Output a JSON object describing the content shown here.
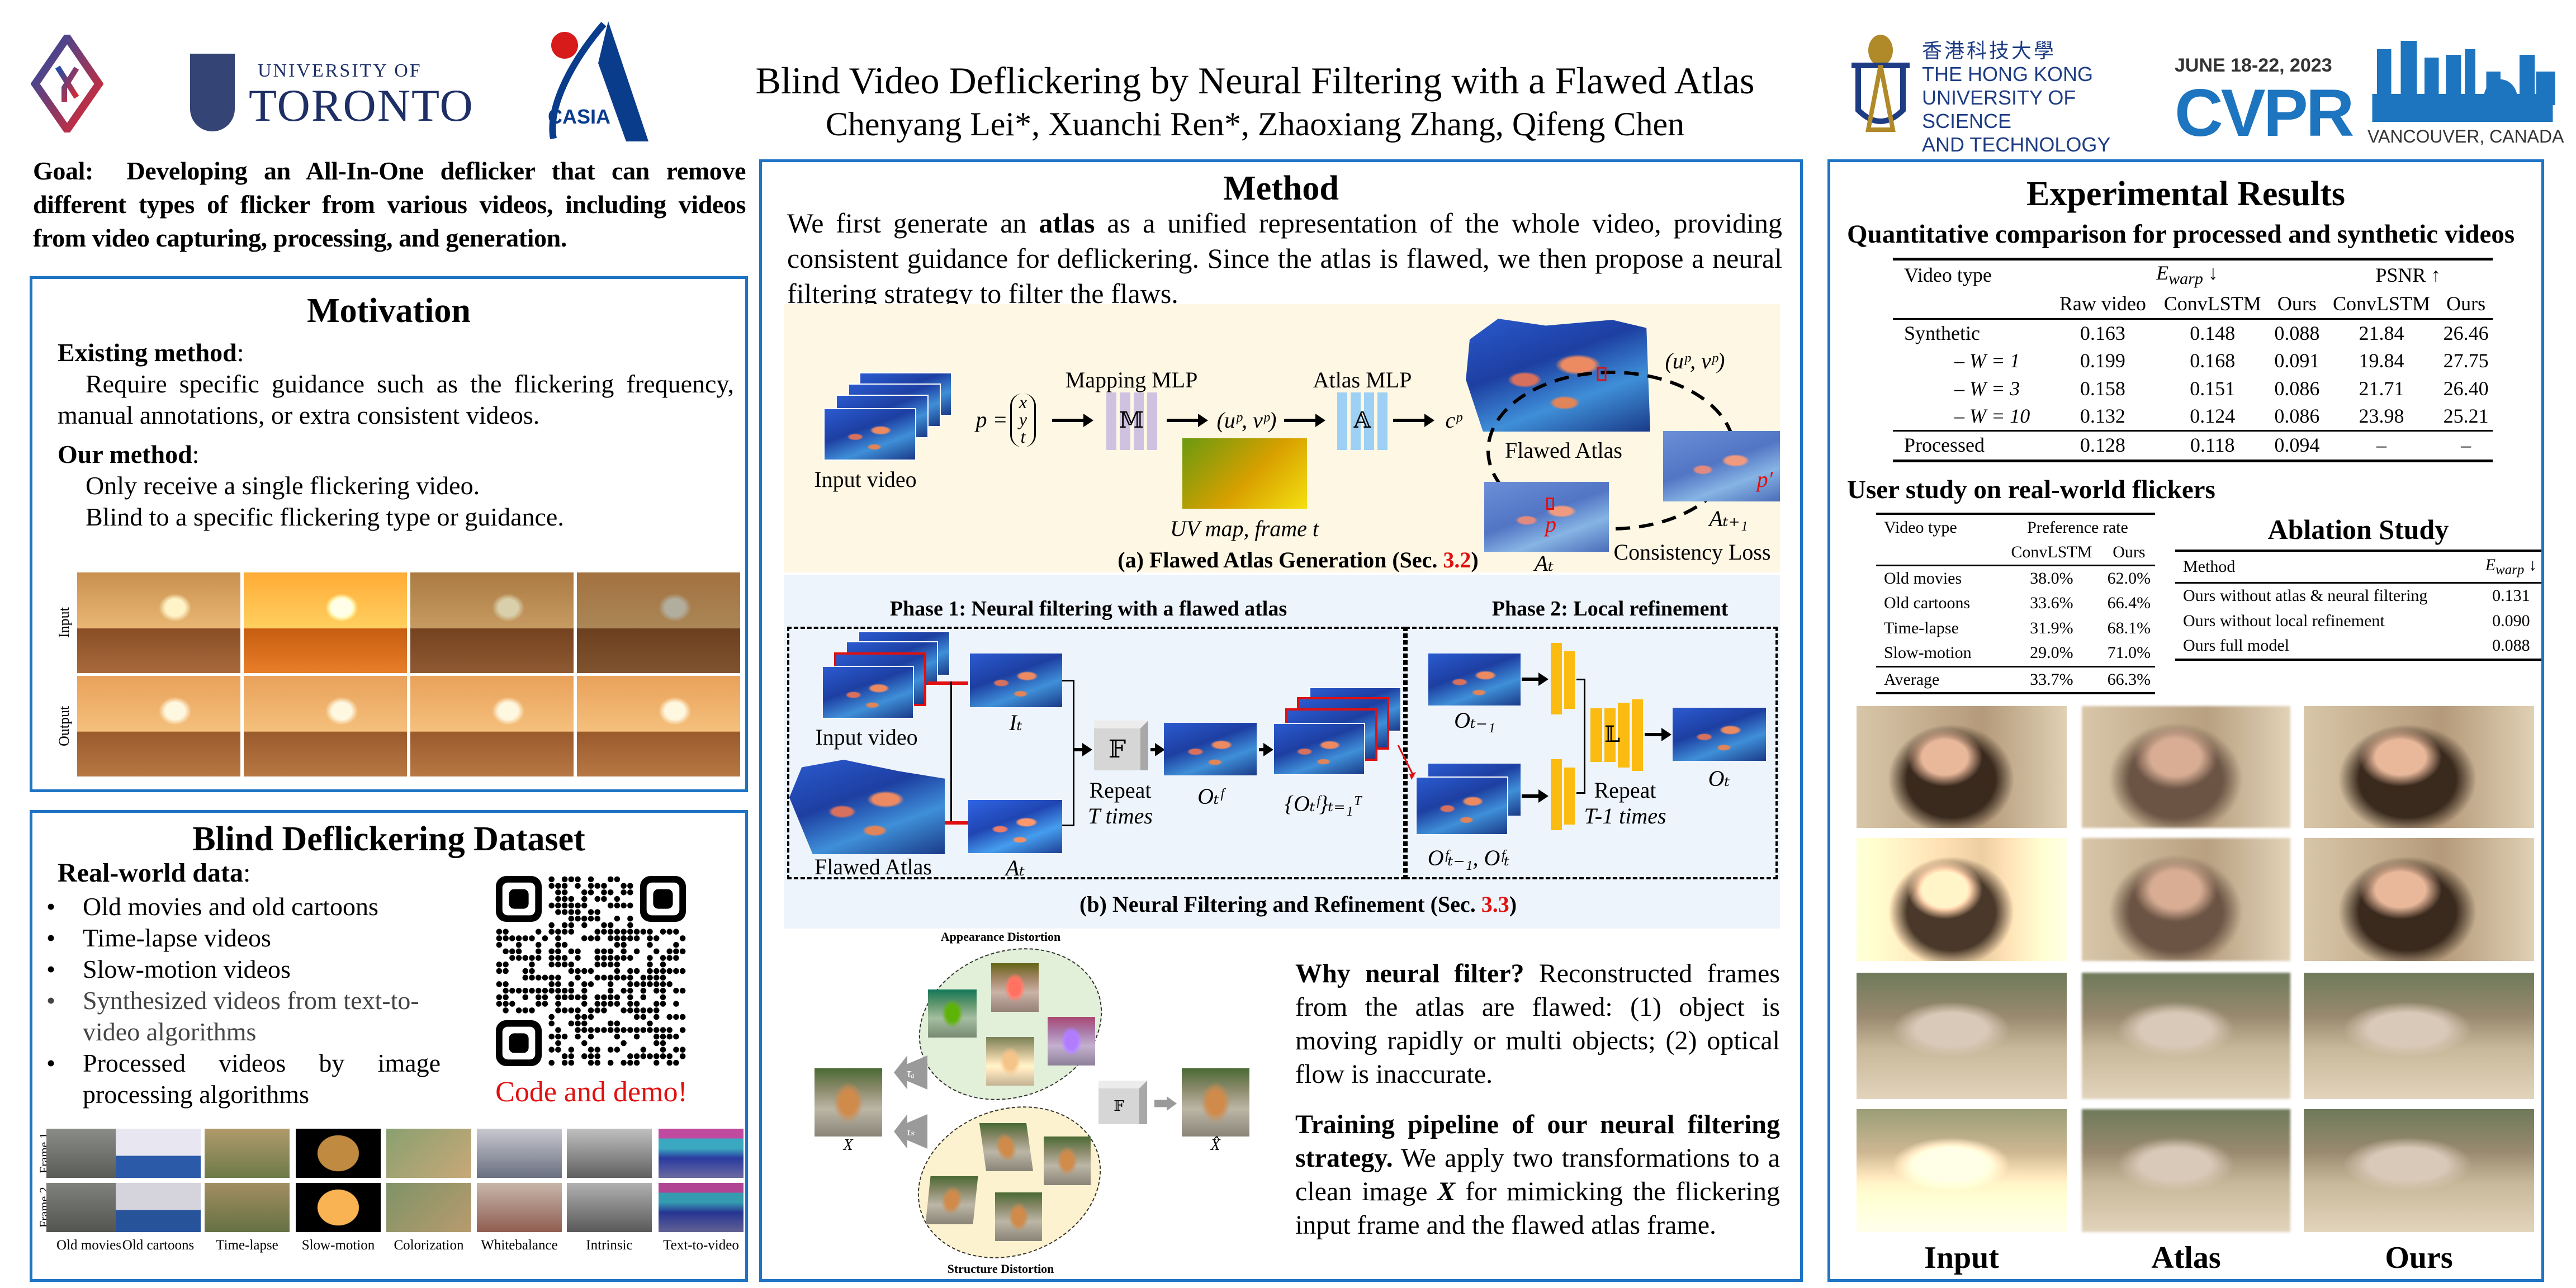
{
  "header": {
    "title": "Blind Video Deflickering by Neural Filtering with a Flawed Atlas",
    "authors": "Chenyang Lei*, Xuanchi Ren*, Zhaoxiang Zhang, Qifeng Chen",
    "logos": {
      "toronto_line1": "UNIVERSITY OF",
      "toronto_line2": "TORONTO",
      "casia": "CASIA",
      "hkust_cn": "香港科技大學",
      "hkust_en": [
        "THE HONG KONG",
        "UNIVERSITY OF SCIENCE",
        "AND TECHNOLOGY"
      ],
      "cvpr_date": "JUNE 18-22, 2023",
      "cvpr": "CVPR",
      "cvpr_place": "VANCOUVER, CANADA"
    }
  },
  "goal": {
    "label": "Goal:",
    "text": "Developing an All-In-One deflicker that can remove different types of flicker from various videos, including videos from video capturing, processing, and generation."
  },
  "motivation": {
    "title": "Motivation",
    "existing_label": "Existing method",
    "existing_text": "Require specific guidance such as the flickering frequency, manual annotations, or extra consistent videos.",
    "ours_label": "Our method",
    "ours_lines": [
      "Only receive a single flickering video.",
      "Blind to a specific flickering type or guidance."
    ],
    "row_labels": [
      "Input",
      "Output"
    ]
  },
  "dataset": {
    "title": "Blind Deflickering Dataset",
    "realworld_label": "Real-world data",
    "bullets": [
      "Old movies and old cartoons",
      "Time-lapse videos",
      "Slow-motion videos",
      "Synthesized videos from text-to-video algorithms",
      "Processed videos by image processing algorithms"
    ],
    "code_label": "Code and demo!",
    "frame_labels": [
      "Frame 1",
      "Frame 2"
    ],
    "categories": [
      "Old movies",
      "Old cartoons",
      "Time-lapse",
      "Slow-motion",
      "Colorization",
      "Whitebalance",
      "Intrinsic",
      "Text-to-video"
    ]
  },
  "method": {
    "title": "Method",
    "intro_pre": "We first generate an ",
    "intro_bold": "atlas",
    "intro_post": " as a unified representation of the whole video, providing consistent guidance for deflickering. Since the atlas is flawed, we then propose a neural filtering strategy to filter the flaws.",
    "fig_a": {
      "input_video": "Input video",
      "p_eq": "p =",
      "p_vec": [
        "x",
        "y",
        "t"
      ],
      "mapping_mlp": "Mapping MLP",
      "m_symbol": "𝕄",
      "uv": "(uᵖ, vᵖ)",
      "atlas_mlp": "Atlas MLP",
      "a_symbol": "𝔸",
      "cp": "cᵖ",
      "uv_map": "UV map, frame t",
      "flawed_atlas": "Flawed Atlas",
      "uv_atlas": "(uᵖ, vᵖ)",
      "a_t1": "Aₜ₊₁",
      "a_t": "Aₜ",
      "p": "p",
      "p_prime": "p′",
      "consistency": "Consistency Loss",
      "caption_pre": "(a) Flawed Atlas Generation (Sec. ",
      "caption_ref": "3.2",
      "caption_post": ")"
    },
    "fig_b": {
      "phase1": "Phase 1: Neural filtering with a flawed atlas",
      "phase2": "Phase 2: Local refinement",
      "input_video": "Input video",
      "flawed_atlas": "Flawed Atlas",
      "i_t": "Iₜ",
      "a_t": "Aₜ",
      "f_symbol": "𝔽",
      "repeat_t": [
        "Repeat",
        "T times"
      ],
      "o_tf": "Oₜᶠ",
      "o_set": "{Oₜᶠ}ₜ₌₁ᵀ",
      "o_tm1": "Oₜ₋₁",
      "o_pair": "Oᶠₜ₋₁, Oᶠₜ",
      "l_symbol": "𝕃",
      "repeat_t1": [
        "Repeat",
        "T-1 times"
      ],
      "o_t": "Oₜ",
      "caption_pre": "(b) Neural Filtering and Refinement (Sec. ",
      "caption_ref": "3.3",
      "caption_post": ")"
    },
    "fig_c": {
      "appearance": "Appearance Distortion",
      "structure": "Structure Distortion",
      "x": "X",
      "x_hat": "X̂",
      "tau_a": "τₐ",
      "tau_s": "τₛ",
      "f_symbol": "𝔽"
    },
    "why_bold": "Why neural filter?",
    "why_text": " Reconstructed frames from the atlas are flawed: (1) object is moving rapidly or multi objects; (2) optical flow is inaccurate.",
    "train_bold": "Training pipeline of our neural filtering strategy.",
    "train_pre": " We apply two transformations to a clean image ",
    "train_x": "X",
    "train_post": " for mimicking the flickering input frame and the flawed atlas frame."
  },
  "results": {
    "title": "Experimental Results",
    "quant_title": "Quantitative comparison for processed and synthetic videos",
    "quant": {
      "h_video_type": "Video type",
      "ewarp_base": "E",
      "ewarp_sub": "warp",
      "down": " ↓",
      "psnr": "PSNR ↑",
      "cols": [
        "Raw video",
        "ConvLSTM",
        "Ours",
        "ConvLSTM",
        "Ours"
      ],
      "rows": [
        {
          "type": "Synthetic",
          "vals": [
            "0.163",
            "0.148",
            "0.088",
            "21.84",
            "26.46"
          ]
        },
        {
          "type": "– W = 1",
          "vals": [
            "0.199",
            "0.168",
            "0.091",
            "19.84",
            "27.75"
          ]
        },
        {
          "type": "– W = 3",
          "vals": [
            "0.158",
            "0.151",
            "0.086",
            "21.71",
            "26.40"
          ]
        },
        {
          "type": "– W = 10",
          "vals": [
            "0.132",
            "0.124",
            "0.086",
            "23.98",
            "25.21"
          ]
        },
        {
          "type": "Processed",
          "vals": [
            "0.128",
            "0.118",
            "0.094",
            "–",
            "–"
          ]
        }
      ]
    },
    "user_title": "User study on real-world flickers",
    "user": {
      "h_video_type": "Video type",
      "h_pref": "Preference rate",
      "cols": [
        "ConvLSTM",
        "Ours"
      ],
      "rows": [
        {
          "type": "Old movies",
          "vals": [
            "38.0%",
            "62.0%"
          ]
        },
        {
          "type": "Old cartoons",
          "vals": [
            "33.6%",
            "66.4%"
          ]
        },
        {
          "type": "Time-lapse",
          "vals": [
            "31.9%",
            "68.1%"
          ]
        },
        {
          "type": "Slow-motion",
          "vals": [
            "29.0%",
            "71.0%"
          ]
        },
        {
          "type": "Average",
          "vals": [
            "33.7%",
            "66.3%"
          ]
        }
      ]
    },
    "ablation_title": "Ablation Study",
    "ablation": {
      "h_method": "Method",
      "rows": [
        {
          "method": "Ours without atlas & neural filtering",
          "val": "0.131"
        },
        {
          "method": "Ours without local refinement",
          "val": "0.090"
        },
        {
          "method": "Ours full model",
          "val": "0.088"
        }
      ]
    },
    "grid_labels": [
      "Input",
      "Atlas",
      "Ours"
    ]
  }
}
